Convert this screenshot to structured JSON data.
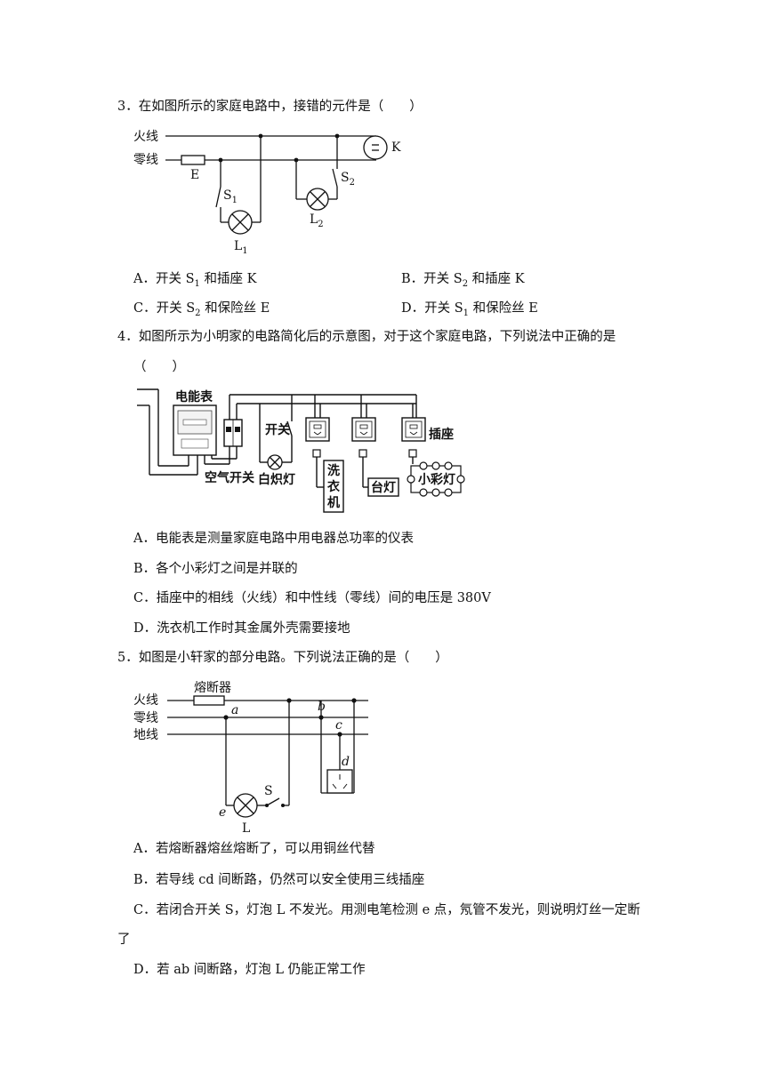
{
  "q3": {
    "stem": "3．在如图所示的家庭电路中，接错的元件是（　　）",
    "figure": {
      "live_wire": "火线",
      "neutral_wire": "零线",
      "fuse": "E",
      "switch1": "S",
      "switch1_sub": "1",
      "lamp1": "L",
      "lamp1_sub": "1",
      "switch2": "S",
      "switch2_sub": "2",
      "lamp2": "L",
      "lamp2_sub": "2",
      "socket": "K"
    },
    "options": {
      "A_pre": "A．开关 S",
      "A_sub": "1",
      "A_post": " 和插座 K",
      "B_pre": "B．开关 S",
      "B_sub": "2",
      "B_post": " 和插座 K",
      "C_pre": "C．开关 S",
      "C_sub": "2",
      "C_post": " 和保险丝 E",
      "D_pre": "D．开关 S",
      "D_sub": "1",
      "D_post": " 和保险丝 E"
    }
  },
  "q4": {
    "stem_line1": "4．如图所示为小明家的电路简化后的示意图，对于这个家庭电路，下列说法中正确的是",
    "stem_line2": "（　　）",
    "figure": {
      "meter": "电能表",
      "air_switch": "空气开关",
      "switch": "开关",
      "bulb": "白炽灯",
      "washer_1": "洗",
      "washer_2": "衣",
      "washer_3": "机",
      "desk_lamp": "台灯",
      "socket": "插座",
      "string_lights": "小彩灯"
    },
    "options": {
      "A": "A．电能表是测量家庭电路中用电器总功率的仪表",
      "B": "B．各个小彩灯之间是并联的",
      "C": "C．插座中的相线（火线）和中性线（零线）间的电压是 380V",
      "D": "D．洗衣机工作时其金属外壳需要接地"
    }
  },
  "q5": {
    "stem": "5．如图是小轩家的部分电路。下列说法正确的是（　　）",
    "figure": {
      "fuse": "熔断器",
      "live_wire": "火线",
      "neutral_wire": "零线",
      "ground_wire": "地线",
      "point_a": "a",
      "point_b": "b",
      "point_c": "c",
      "point_d": "d",
      "point_e": "e",
      "switch": "S",
      "lamp": "L"
    },
    "options": {
      "A": "A．若熔断器熔丝熔断了，可以用铜丝代替",
      "B": "B．若导线 cd 间断路，仍然可以安全使用三线插座",
      "C_line1": "C．若闭合开关 S，灯泡 L 不发光。用测电笔检测 e 点，氖管不发光，则说明灯丝一定断",
      "C_line2": "了",
      "D": "D．若 ab 间断路，灯泡 L 仍能正常工作"
    }
  }
}
